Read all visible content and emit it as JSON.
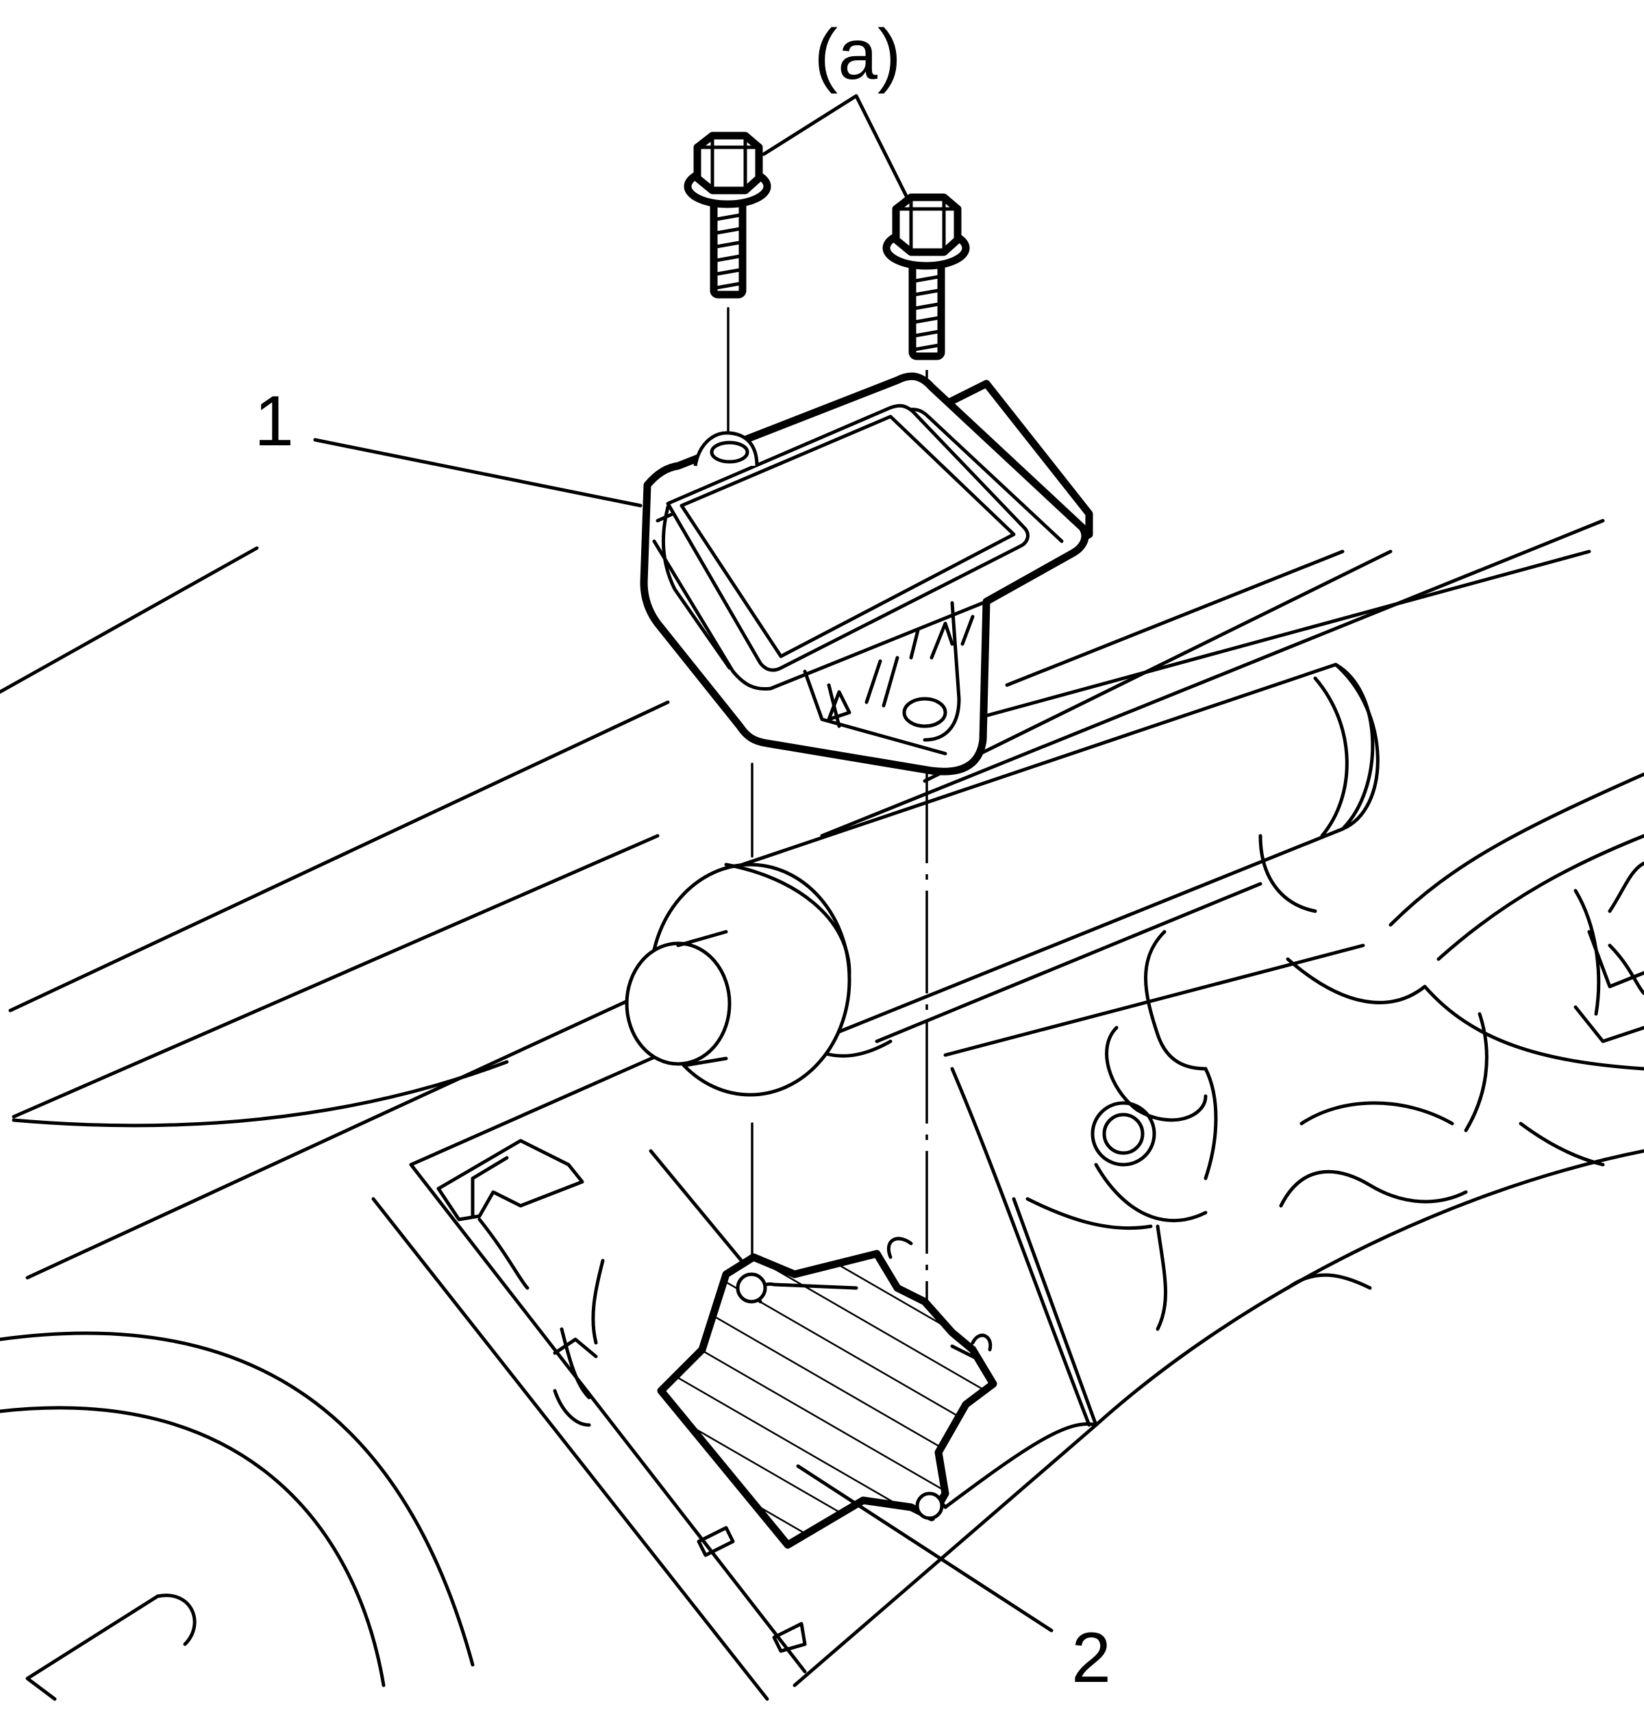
{
  "figure": {
    "callouts": {
      "fasteners": "(a)",
      "part_1": "1",
      "part_2": "2"
    }
  }
}
